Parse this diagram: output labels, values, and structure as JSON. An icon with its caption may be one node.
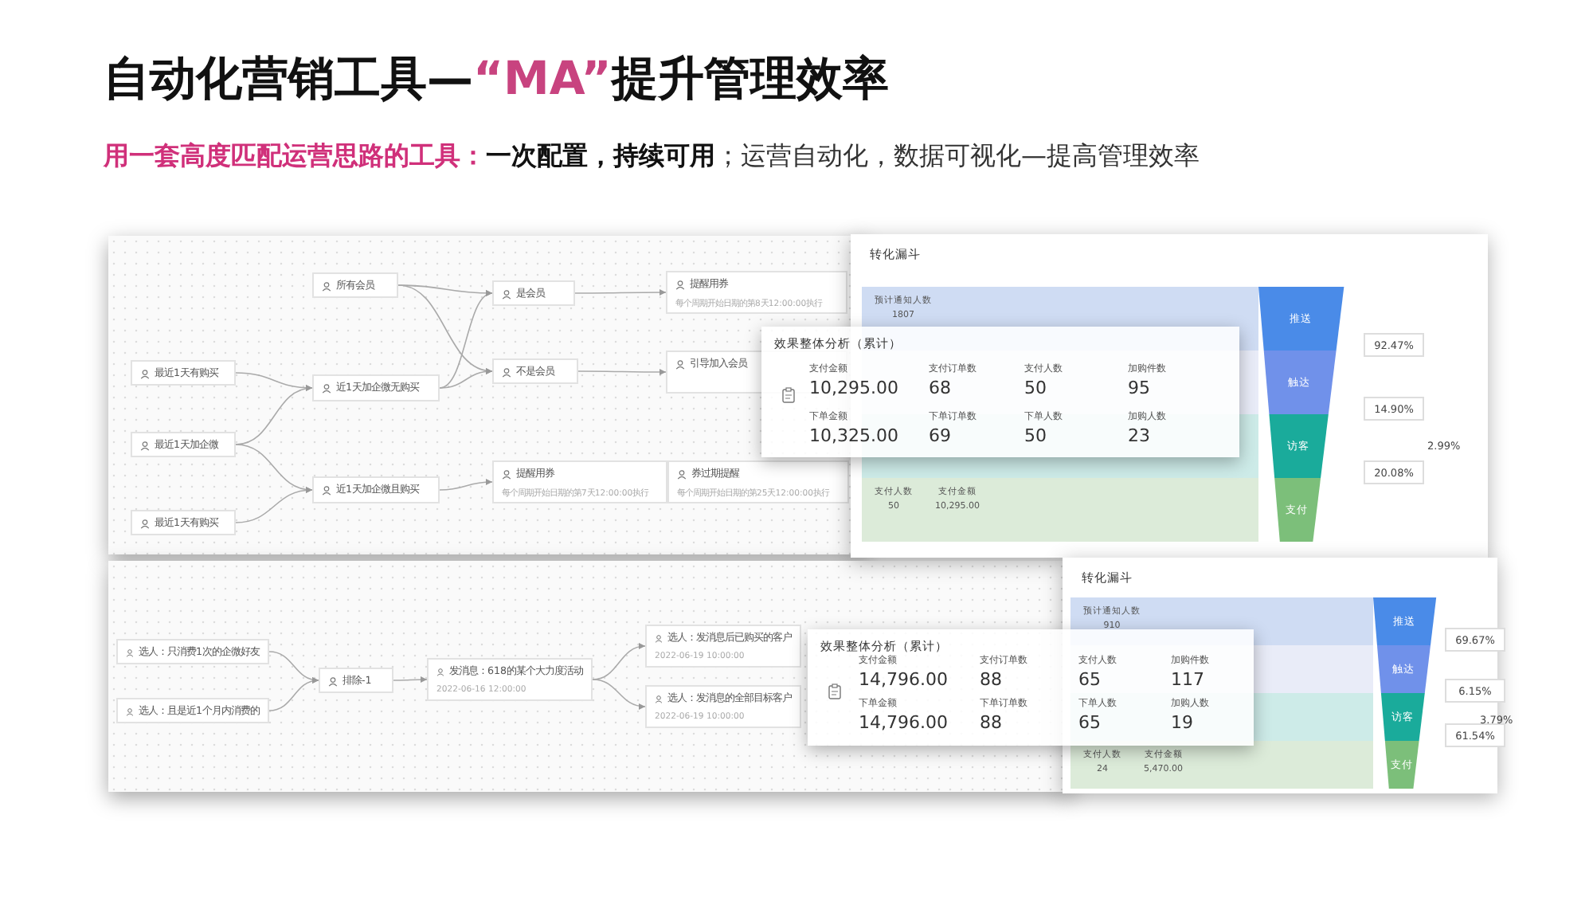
{
  "diagram": {
    "title": "自动化营销工具—**“MA”**提升管理效率",
    "nodes": [
      {
        "text": [
          "最近1天有购买"
        ]
      },
      {
        "text": [
          "最近1天加企微"
        ]
      },
      {
        "text": [
          "最近1天有购买"
        ]
      },
      {
        "text": [
          "所有会员"
        ]
      },
      {
        "text": [
          "近1天加企微无购买"
        ]
      },
      {
        "text": [
          "近1天加企微且购买"
        ]
      },
      {
        "text": [
          "是会员"
        ]
      },
      {
        "text": [
          "不是会员"
        ]
      },
      {
        "text": [
          "提醒用券",
          "每个周期开始日期的第8天12:00:00执行"
        ]
      },
      {
        "text": [
          "引导加入会员"
        ]
      },
      {
        "text": [
          "提醒用券",
          "每个周期开始日期的第7天12:00:00执行"
        ]
      },
      {
        "text": [
          "券过期提醒",
          "每个周期开始日期的第25天12:00:00执行"
        ]
      },
      {
        "text": [
          "选人：只消费1次的企微好友"
        ]
      },
      {
        "text": [
          "选人：且是近1个月内消费的"
        ]
      },
      {
        "text": [
          "排除-1"
        ]
      },
      {
        "text": [
          "发消息：618的某个大力度活动",
          "2022-06-16 12:00:00"
        ]
      },
      {
        "text": [
          "选人：发消息后已购买的客户",
          "2022-06-19 10:00:00"
        ]
      },
      {
        "text": [
          "选人：发消息的全部目标客户",
          "2022-06-19 10:00:00"
        ]
      },
      {
        "text": [
          "效果整体分析（累计）"
        ]
      },
      {
        "text": [
          "支付金额",
          "10,295.00"
        ],
        "in": 18
      },
      {
        "text": [
          "支付订单数",
          "68"
        ],
        "in": 18
      },
      {
        "text": [
          "支付人数",
          "50"
        ],
        "in": 18
      },
      {
        "text": [
          "加购件数",
          "95"
        ],
        "in": 18
      },
      {
        "text": [
          "下单金额",
          "10,325.00"
        ],
        "in": 18
      },
      {
        "text": [
          "下单订单数",
          "69"
        ],
        "in": 18
      },
      {
        "text": [
          "下单人数",
          "50"
        ],
        "in": 18
      },
      {
        "text": [
          "加购人数",
          "23"
        ],
        "in": 18
      },
      {
        "text": [
          "转化漏斗"
        ]
      },
      {
        "text": [
          "预计通知人数",
          "1807"
        ],
        "in": 27
      },
      {
        "text": [
          "支付人数",
          "50",
          "支付金额",
          "10,295.00"
        ],
        "in": 27
      },
      {
        "text": [
          "推送"
        ],
        "in": 27
      },
      {
        "text": [
          "触达"
        ],
        "in": 27
      },
      {
        "text": [
          "访客"
        ],
        "in": 27
      },
      {
        "text": [
          "支付"
        ],
        "in": 27
      },
      {
        "text": [
          "92.47%"
        ],
        "in": 27
      },
      {
        "text": [
          "14.90%"
        ],
        "in": 27
      },
      {
        "text": [
          "20.08%"
        ],
        "in": 27
      },
      {
        "text": [
          "效果整体分析（累计）"
        ]
      },
      {
        "text": [
          "支付金额",
          "14,796.00"
        ],
        "in": 37
      },
      {
        "text": [
          "支付订单数",
          "88"
        ],
        "in": 37
      },
      {
        "text": [
          "支付人数",
          "65"
        ]
      },
      {
        "text": [
          "加购件数",
          "117"
        ]
      },
      {
        "text": [
          "下单金额",
          "14,796.00"
        ],
        "in": 37
      },
      {
        "text": [
          "下单订单数",
          "88"
        ],
        "in": 37
      },
      {
        "text": [
          "下单人数",
          "65"
        ]
      },
      {
        "text": [
          "加购人数",
          "19"
        ]
      },
      {
        "text": [
          "转化漏斗"
        ]
      },
      {
        "text": [
          "预计通知人数",
          "910"
        ],
        "in": 46
      },
      {
        "text": [
          "支付人数",
          "24",
          "支付金额",
          "5,470.00"
        ],
        "in": 46
      },
      {
        "text": [
          "推送"
        ],
        "in": 46
      },
      {
        "text": [
          "触达"
        ],
        "in": 46
      },
      {
        "text": [
          "访客"
        ],
        "in": 46
      },
      {
        "text": [
          "支付"
        ],
        "in": 46
      },
      {
        "text": [
          "69.67%"
        ],
        "in": 46
      },
      {
        "text": [
          "6.15%"
        ],
        "in": 46
      },
      {
        "text": [
          "61.54%"
        ],
        "in": 46
      }
    ],
    "edges": [
      {
        "from": 0,
        "to": 4,
        "arrow": "to"
      },
      {
        "from": 1,
        "to": 4,
        "arrow": "to"
      },
      {
        "from": 1,
        "to": 5,
        "arrow": "to"
      },
      {
        "from": 2,
        "to": 5,
        "arrow": "to"
      },
      {
        "from": 3,
        "to": 6,
        "arrow": "to"
      },
      {
        "from": 3,
        "to": 7,
        "arrow": "to"
      },
      {
        "from": 4,
        "to": 6,
        "arrow": "to"
      },
      {
        "from": 4,
        "to": 7,
        "arrow": "to"
      },
      {
        "from": 6,
        "to": 8,
        "arrow": "to"
      },
      {
        "from": 7,
        "to": 9,
        "arrow": "to"
      },
      {
        "from": 5,
        "to": 10,
        "arrow": "to"
      },
      {
        "from": 12,
        "to": 14,
        "arrow": "to"
      },
      {
        "from": 13,
        "to": 14,
        "arrow": "to"
      },
      {
        "from": 14,
        "to": 15,
        "arrow": "to"
      },
      {
        "from": 15,
        "to": 16,
        "arrow": "to"
      },
      {
        "from": 15,
        "to": 17,
        "arrow": "to"
      }
    ],
    "labels": [
      "用一套高度匹配运营思路的工具：",
      "**一次配置，持续可用**；运营自动化，数据可视化—提高管理效率",
      "2.99%",
      "3.79%"
    ]
  }
}
